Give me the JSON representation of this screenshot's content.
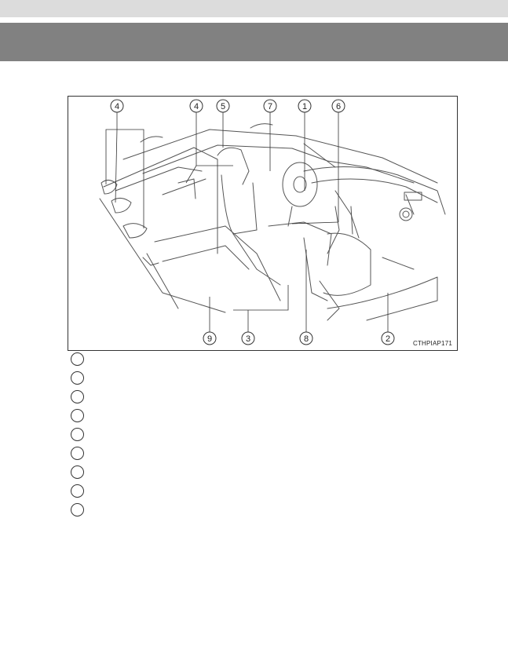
{
  "figure": {
    "code": "CTHPIAP171",
    "callouts": [
      "4",
      "4",
      "5",
      "7",
      "1",
      "6",
      "9",
      "3",
      "8",
      "2"
    ]
  },
  "legend": {
    "count": 9
  },
  "colors": {
    "header_band": "#818181",
    "top_strip": "#dcdcdc",
    "line_art": "#333333"
  }
}
